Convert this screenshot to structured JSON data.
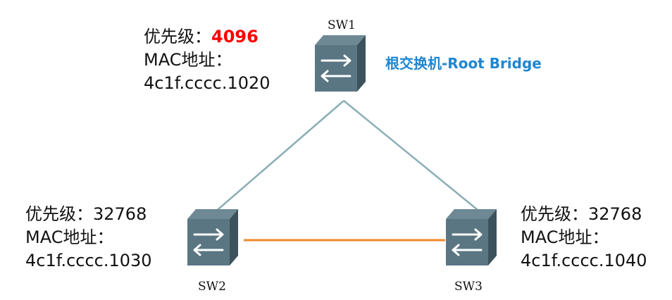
{
  "colors": {
    "root_label": "#1f86d1",
    "priority_highlight": "#ff0000",
    "link_blue_gray": "#8aaeb7",
    "link_orange": "#f08a2c",
    "switch_front": "#5b7683",
    "switch_top": "#6e8994",
    "switch_side": "#3c525c"
  },
  "switches": {
    "sw1": {
      "name": "SW1",
      "priority_label": "优先级：",
      "priority_value": "4096",
      "mac_label": "MAC地址：",
      "mac_value": "4c1f.cccc.1020",
      "role_label": "根交换机-Root Bridge",
      "icon": "switch-icon"
    },
    "sw2": {
      "name": "SW2",
      "priority_label": "优先级：",
      "priority_value": "32768",
      "mac_label": "MAC地址：",
      "mac_value": "4c1f.cccc.1030",
      "icon": "switch-icon"
    },
    "sw3": {
      "name": "SW3",
      "priority_label": "优先级：",
      "priority_value": "32768",
      "mac_label": "MAC地址：",
      "mac_value": "4c1f.cccc.1040",
      "icon": "switch-icon"
    }
  }
}
